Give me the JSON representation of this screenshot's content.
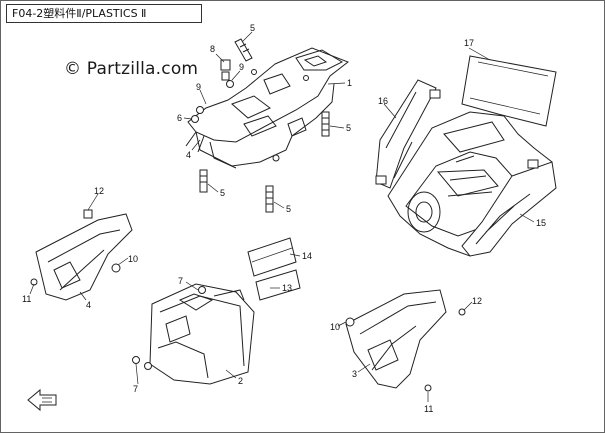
{
  "title": "F04-2塑料件Ⅱ/PLASTICS Ⅱ",
  "watermark": "© Partzilla.com",
  "callouts": [
    "5",
    "17",
    "8",
    "9",
    "1",
    "16",
    "9",
    "6",
    "5",
    "4",
    "5",
    "5",
    "12",
    "10",
    "15",
    "14",
    "13",
    "7",
    "11",
    "4",
    "12",
    "10",
    "2",
    "7",
    "3",
    "11"
  ]
}
